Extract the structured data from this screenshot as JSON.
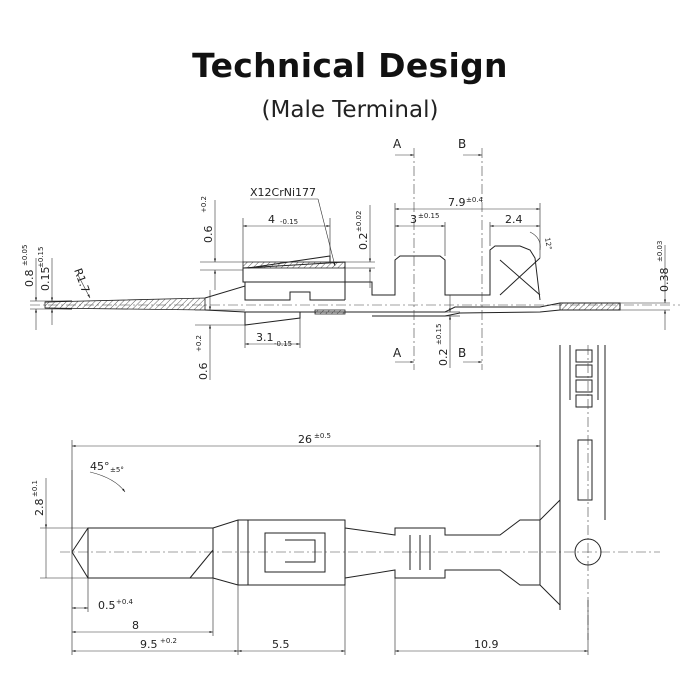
{
  "title": "Technical Design",
  "subtitle": "(Male Terminal)",
  "section_labels": {
    "a_top": "A",
    "b_top": "B",
    "a_bottom": "A",
    "b_bottom": "B"
  },
  "material": "X12CrNi177",
  "radius": "R1.7",
  "side_view": {
    "d_0_8": "0.8",
    "t_0_8": "±0.05",
    "d_0_15": "0.15",
    "t_0_15": "±0.15",
    "d_0_6_top": "0.6",
    "t_0_6_top": "+0.2",
    "d_4": "4",
    "t_4": "-0.15",
    "d_0_2_top": "0.2",
    "t_0_2_top": "±0.02",
    "d_7_9": "7.9",
    "t_7_9": "±0.4",
    "d_3": "3",
    "t_3": "±0.15",
    "d_2_4": "2.4",
    "angle": "12°",
    "d_0_38": "0.38",
    "t_0_38": "±0.03",
    "d_3_1": "3.1",
    "t_3_1": "-0.15",
    "d_0_6_bot": "0.6",
    "t_0_6_bot": "+0.2",
    "d_0_2_bot": "0.2",
    "t_0_2_bot": "±0.15"
  },
  "top_view": {
    "d_26": "26",
    "t_26": "±0.5",
    "angle": "45°",
    "t_angle": "±5°",
    "d_2_8": "2.8",
    "t_2_8": "±0.1",
    "d_0_5": "0.5",
    "t_0_5": "+0.4",
    "d_8": "8",
    "d_9_5": "9.5",
    "t_9_5": "+0.2",
    "d_5_5": "5.5",
    "d_10_9": "10.9"
  }
}
